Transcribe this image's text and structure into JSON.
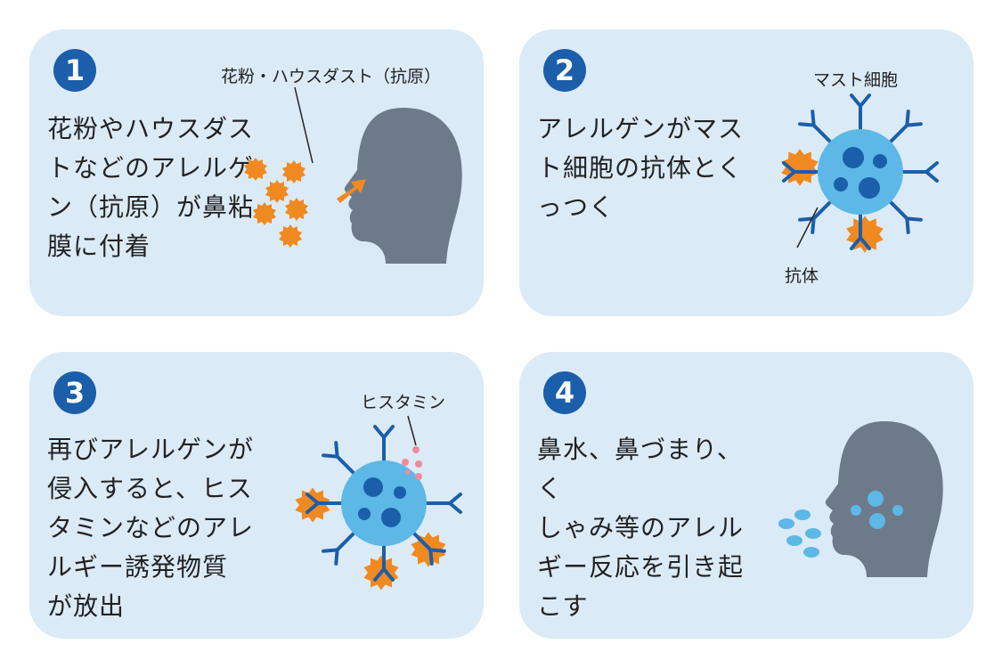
{
  "steps": [
    {
      "number": "1",
      "text": "花粉やハウスダス\nトなどのアレルゲ\nン（抗原）が鼻粘\n膜に付着",
      "label": "花粉・ハウスダスト（抗原）"
    },
    {
      "number": "2",
      "text": "アレルゲンがマス\nト細胞の抗体とく\nっつく",
      "label_cell": "マスト細胞",
      "label_antibody": "抗体"
    },
    {
      "number": "3",
      "text": "再びアレルゲンが\n侵入すると、ヒス\nタミンなどのアレ\nルギー誘発物質\nが放出",
      "label": "ヒスタミン"
    },
    {
      "number": "4",
      "text": "鼻水、鼻づまり、く\nしゃみ等のアレル\nギー反応を引き起\nこす"
    }
  ],
  "colors": {
    "card": "#dbeaf7",
    "badge": "#1b5ea9",
    "allergen": "#f0891f",
    "cell": "#5cb8e6",
    "nucleus": "#1b5ea9",
    "head": "#6d7a8a",
    "histamine": "#f08a9a"
  }
}
